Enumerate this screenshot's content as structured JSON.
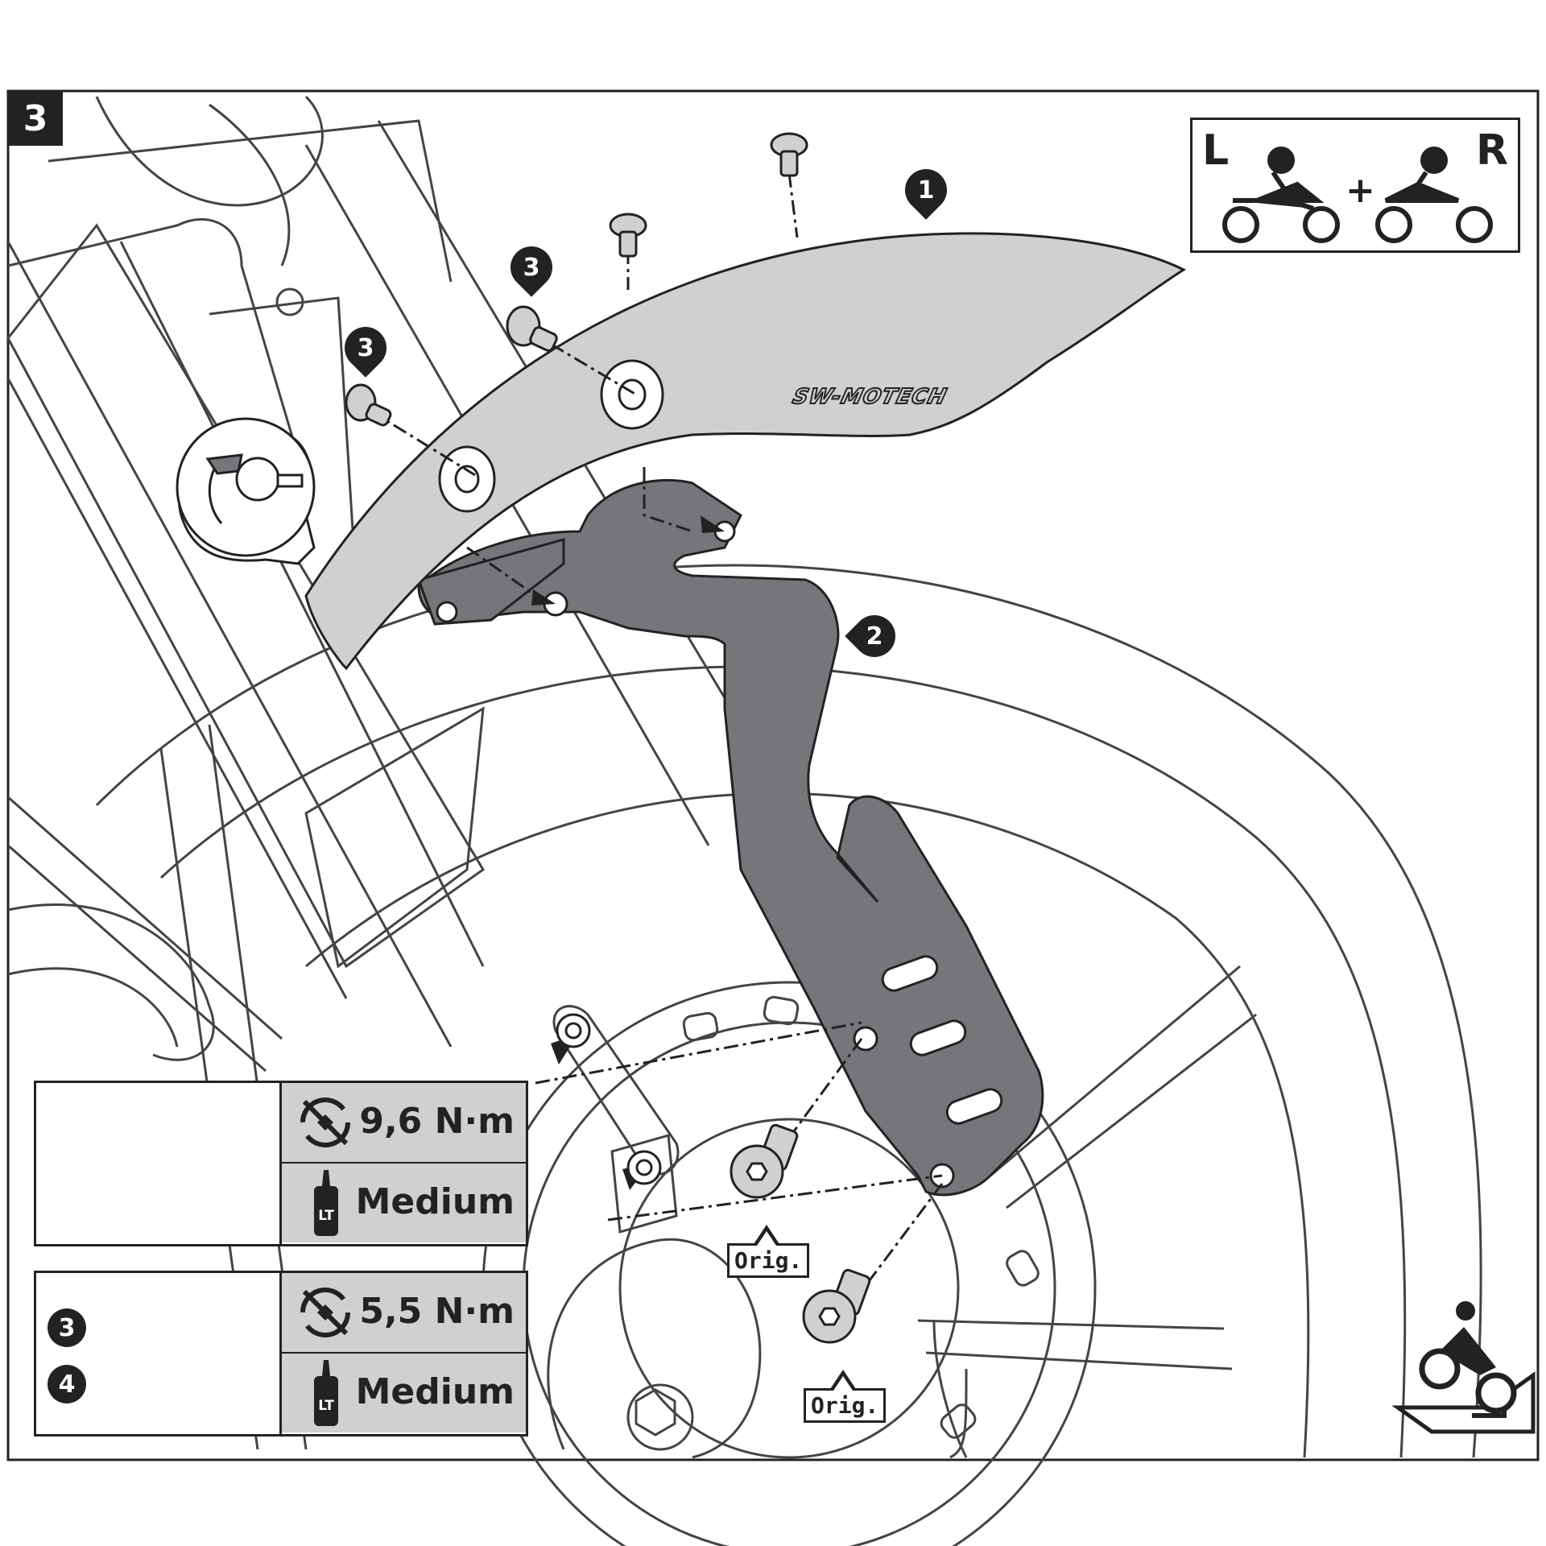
{
  "step": {
    "number": "3"
  },
  "side_indicator": {
    "left_label": "L",
    "right_label": "R",
    "plus": "+"
  },
  "callouts": {
    "part1": "1",
    "part2": "2",
    "part3a": "3",
    "part3b": "3"
  },
  "brand": {
    "logo_text": "SW-MOTECH"
  },
  "orig_labels": [
    "Orig.",
    "Orig."
  ],
  "torque": [
    {
      "torque_value": "9,6 N·m",
      "threadlocker": "Medium",
      "threadlocker_icon_text": "LT"
    },
    {
      "torque_value": "5,5 N·m",
      "threadlocker": "Medium",
      "threadlocker_icon_text": "LT",
      "parts": [
        "3",
        "4"
      ]
    }
  ],
  "colors": {
    "ink": "#222222",
    "part_light": "#d0d0d0",
    "part_dark": "#75767a",
    "table_fill": "#d0d0d0"
  },
  "icons": [
    "torque-wrench-icon",
    "threadlocker-bottle-icon",
    "motorcycle-left-icon",
    "motorcycle-right-icon",
    "motorcycle-front-view-icon",
    "clip-detail-icon"
  ]
}
